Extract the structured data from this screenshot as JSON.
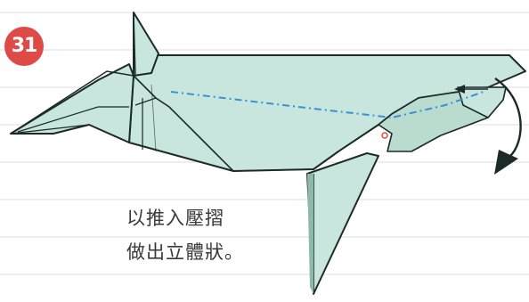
{
  "step": {
    "number": "31"
  },
  "instruction": {
    "line1": "以推入壓摺",
    "line2": "做出立體狀。"
  },
  "colors": {
    "paper_fill": "#c8e6dd",
    "paper_shade": "#b3d9cd",
    "outline": "#1c2a28",
    "crease_dashdot": "#3b8fd4",
    "badge": "#de4a46",
    "ruled_lines": "#d9d9d9"
  },
  "icons": {
    "fold_arrow": "curved-arrow-down-icon",
    "push_arrow": "small-arrow-left-icon"
  }
}
